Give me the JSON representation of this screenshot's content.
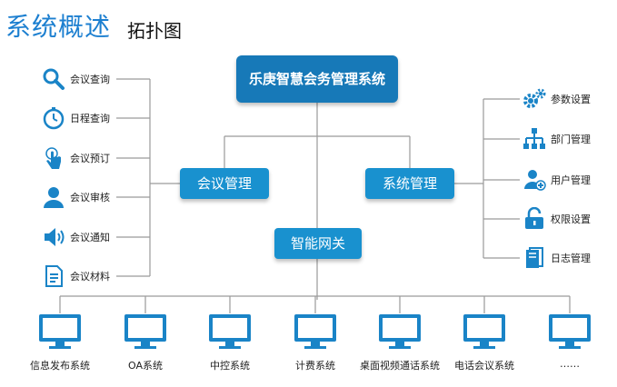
{
  "header": {
    "title": "系统概述",
    "subtitle": "拓扑图"
  },
  "root": {
    "label": "乐庚智慧会务管理系统"
  },
  "branches": {
    "meeting": "会议管理",
    "system": "系统管理",
    "gateway": "智能网关"
  },
  "meeting_items": [
    {
      "label": "会议查询",
      "icon": "search-icon"
    },
    {
      "label": "日程查询",
      "icon": "stopwatch-icon"
    },
    {
      "label": "会议预订",
      "icon": "touch-hand-icon"
    },
    {
      "label": "会议审核",
      "icon": "user-icon"
    },
    {
      "label": "会议通知",
      "icon": "speaker-icon"
    },
    {
      "label": "会议材料",
      "icon": "document-icon"
    }
  ],
  "system_items": [
    {
      "label": "参数设置",
      "icon": "gears-icon"
    },
    {
      "label": "部门管理",
      "icon": "org-chart-icon"
    },
    {
      "label": "用户管理",
      "icon": "user-add-icon"
    },
    {
      "label": "权限设置",
      "icon": "lock-icon"
    },
    {
      "label": "日志管理",
      "icon": "books-icon"
    }
  ],
  "subsystems": [
    {
      "label": "信息发布系统",
      "icon": "monitor-icon"
    },
    {
      "label": "OA系统",
      "icon": "monitor-icon"
    },
    {
      "label": "中控系统",
      "icon": "monitor-icon"
    },
    {
      "label": "计费系统",
      "icon": "monitor-icon"
    },
    {
      "label": "桌面视频通话系统",
      "icon": "monitor-icon"
    },
    {
      "label": "电话会议系统",
      "icon": "monitor-icon"
    },
    {
      "label": "……",
      "icon": "monitor-icon"
    }
  ],
  "colors": {
    "primary": "#1991cf",
    "root": "#1779b8",
    "title": "#1c7fd0",
    "line": "#9a9a9a"
  }
}
